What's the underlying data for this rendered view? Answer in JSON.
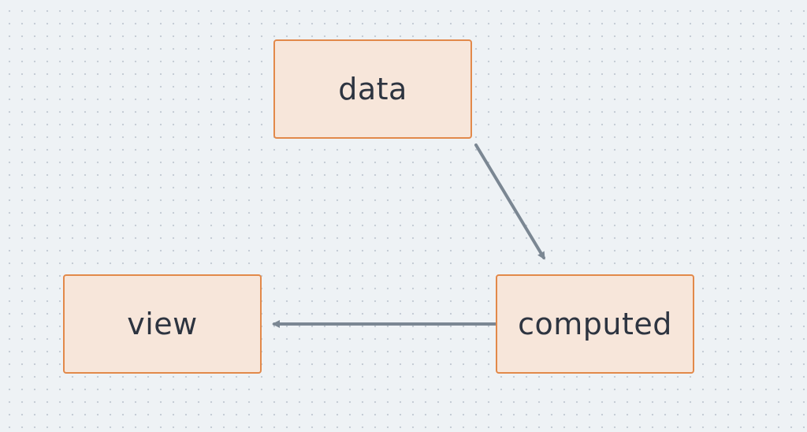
{
  "diagram": {
    "nodes": [
      {
        "id": "data",
        "label": "data"
      },
      {
        "id": "computed",
        "label": "computed"
      },
      {
        "id": "view",
        "label": "view"
      }
    ],
    "edges": [
      {
        "from": "data",
        "to": "computed"
      },
      {
        "from": "computed",
        "to": "view"
      }
    ],
    "colors": {
      "background": "#eef2f5",
      "grid_dot": "#c3cbd4",
      "node_fill": "#f7e6da",
      "node_border": "#e2894a",
      "node_text": "#2d3440",
      "arrow": "#7b8793"
    }
  }
}
